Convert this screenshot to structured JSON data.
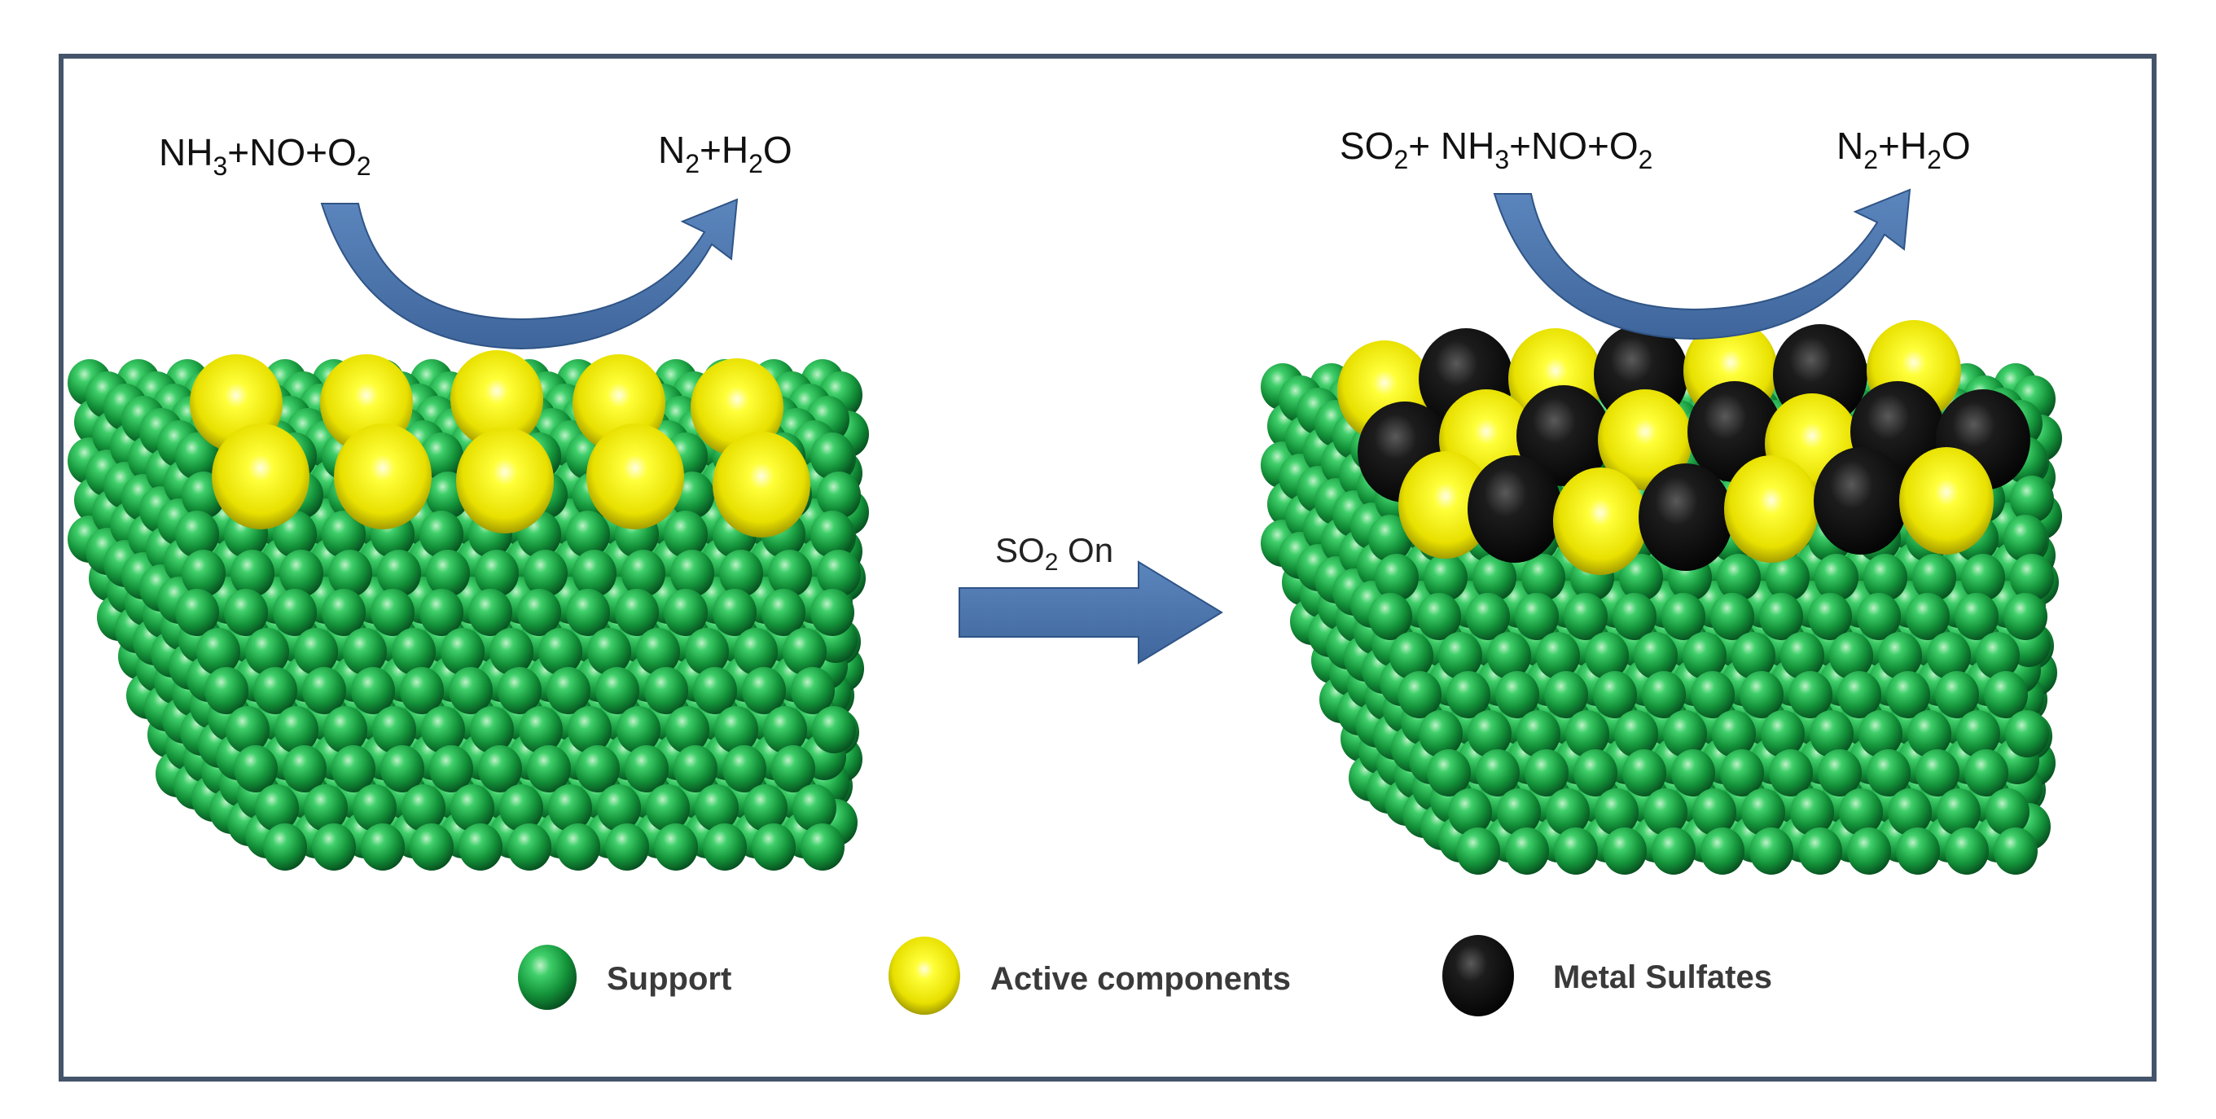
{
  "panels": {
    "left": {
      "reactants": {
        "p1": "NH",
        "s1": "3",
        "p2": "+NO+O",
        "s2": "2"
      },
      "products": {
        "p1": "N",
        "s1": "2",
        "p2": "+H",
        "s2": "2",
        "p3": "O"
      }
    },
    "right": {
      "reactants": {
        "p1": "SO",
        "s1": "2",
        "p2": "+ NH",
        "s2": "3",
        "p3": "+NO+O",
        "s3": "2"
      },
      "products": {
        "p1": "N",
        "s1": "2",
        "p2": "+H",
        "s2": "2",
        "p3": "O"
      }
    }
  },
  "transition": {
    "p1": "SO",
    "s1": "2",
    "p2": " On"
  },
  "legend": {
    "support": "Support",
    "active": "Active components",
    "sulfates": "Metal Sulfates"
  },
  "colors": {
    "frame": "#44546a",
    "arrow": "#4a73a8",
    "support": "#22a14a",
    "active": "#ffee00",
    "sulfate": "#101010"
  }
}
